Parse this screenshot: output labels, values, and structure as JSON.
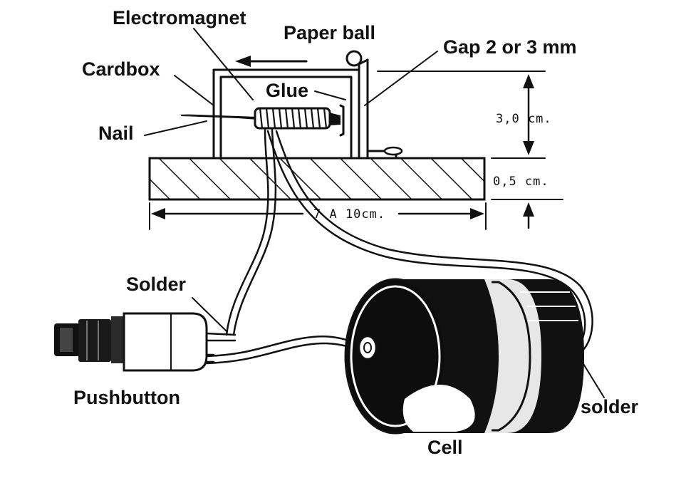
{
  "labels": {
    "electromagnet": "Electromagnet",
    "paper_ball": "Paper ball",
    "gap": "Gap 2 or 3 mm",
    "cardbox": "Cardbox",
    "glue": "Glue",
    "nail": "Nail",
    "solder_top": "Solder",
    "pushbutton": "Pushbutton",
    "cell": "Cell",
    "solder_bottom": "solder"
  },
  "dimensions": {
    "height_box": "3,0 cm.",
    "height_base": "0,5 cm.",
    "length_base": "7 A 10cm."
  }
}
